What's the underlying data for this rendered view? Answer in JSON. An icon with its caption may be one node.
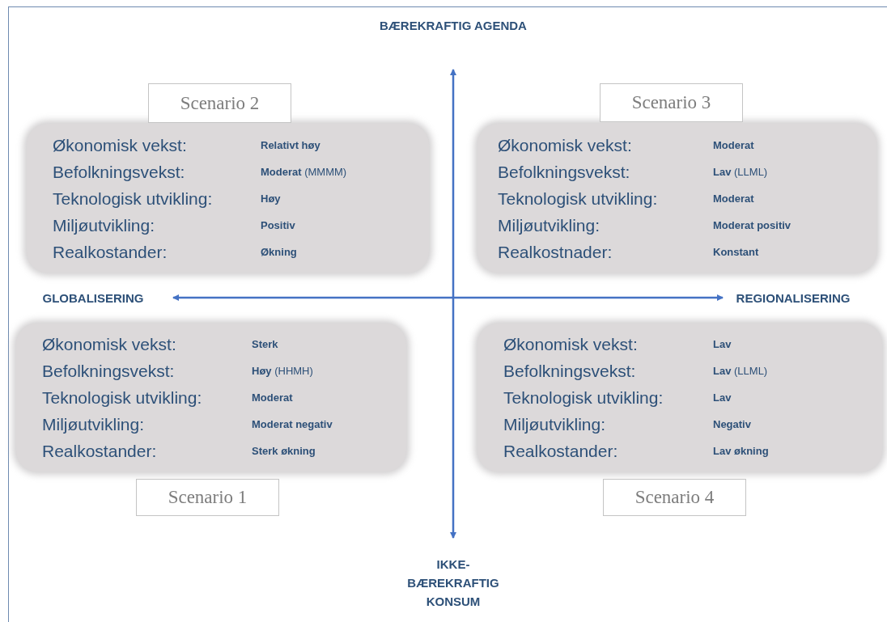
{
  "diagram": {
    "nodes": [
      {
        "text": [
          "Scenario 2"
        ]
      },
      {
        "text": [
          "Økonomisk vekst:",
          "**Relativt høy**",
          "Befolkningsvekst:",
          "**Moderat** (MMMM)",
          "Teknologisk utvikling:",
          "**Høy**",
          "Miljøutvikling:",
          "**Positiv**",
          "Realkostander:",
          "**Økning**"
        ]
      },
      {
        "text": [
          "Scenario 3"
        ]
      },
      {
        "text": [
          "Økonomisk vekst:",
          "**Moderat**",
          "Befolkningsvekst:",
          "**Lav** (LLML)",
          "Teknologisk utvikling:",
          "**Moderat**",
          "Miljøutvikling:",
          "**Moderat positiv**",
          "Realkostnader:",
          "**Konstant**"
        ]
      },
      {
        "text": [
          "Økonomisk vekst:",
          "**Sterk**",
          "Befolkningsvekst:",
          "**Høy** (HHMH)",
          "Teknologisk utvikling:",
          "**Moderat**",
          "Miljøutvikling:",
          "**Moderat negativ**",
          "Realkostander:",
          "**Sterk økning**"
        ]
      },
      {
        "text": [
          "Scenario 1"
        ]
      },
      {
        "text": [
          "Økonomisk vekst:",
          "**Lav**",
          "Befolkningsvekst:",
          "**Lav** (LLML)",
          "Teknologisk utvikling:",
          "**Lav**",
          "Miljøutvikling:",
          "**Negativ**",
          "Realkostander:",
          "**Lav økning**"
        ]
      },
      {
        "text": [
          "Scenario 4"
        ]
      }
    ],
    "labels": [
      "BÆREKRAFTIG AGENDA",
      "GLOBALISERING",
      "REGIONALISERING",
      "IKKE- BÆREKRAFTIG KONSUM"
    ]
  }
}
